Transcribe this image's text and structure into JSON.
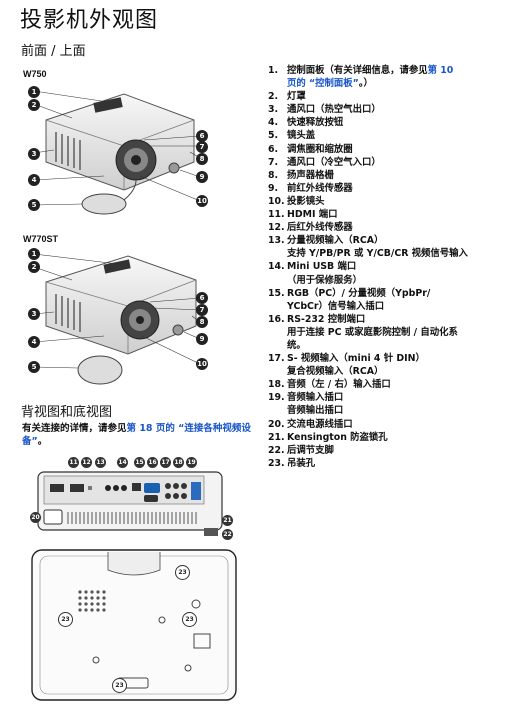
{
  "title": "投影机外观图",
  "front_section": "前面 / 上面",
  "models": [
    "W750",
    "W770ST"
  ],
  "rear_section": "背视图和底视图",
  "rear_note": {
    "before": "有关连接的详情，请参见",
    "link": "第 18 页的 “连接各种视频设备”",
    "after": "。"
  },
  "items": [
    {
      "num": "1.",
      "parts": [
        {
          "t": "控制面板（有关详细信息，请参见"
        },
        {
          "t": "第 10",
          "link": true
        }
      ],
      "sub": [
        [
          {
            "t": "页的 “控制面板”",
            "link": true
          },
          {
            "t": "。）"
          }
        ]
      ]
    },
    {
      "num": "2.",
      "parts": [
        {
          "t": "灯罩"
        }
      ]
    },
    {
      "num": "3.",
      "parts": [
        {
          "t": "通风口（热空气出口）"
        }
      ]
    },
    {
      "num": "4.",
      "parts": [
        {
          "t": "快速释放按钮"
        }
      ]
    },
    {
      "num": "5.",
      "parts": [
        {
          "t": "镜头盖"
        }
      ]
    },
    {
      "num": "6.",
      "parts": [
        {
          "t": "调焦圈和缩放圈"
        }
      ]
    },
    {
      "num": "7.",
      "parts": [
        {
          "t": "通风口（冷空气入口）"
        }
      ]
    },
    {
      "num": "8.",
      "parts": [
        {
          "t": "扬声器格栅"
        }
      ]
    },
    {
      "num": "9.",
      "parts": [
        {
          "t": "前红外线传感器"
        }
      ]
    },
    {
      "num": "10.",
      "parts": [
        {
          "t": "投影镜头"
        }
      ]
    },
    {
      "num": "11.",
      "parts": [
        {
          "t": "HDMI 端口"
        }
      ]
    },
    {
      "num": "12.",
      "parts": [
        {
          "t": "后红外线传感器"
        }
      ]
    },
    {
      "num": "13.",
      "parts": [
        {
          "t": "分量视频输入（RCA）"
        }
      ],
      "sub": [
        [
          {
            "t": "支持 Y/PB/PR 或 Y/CB/CR 视频信号输入"
          }
        ]
      ]
    },
    {
      "num": "14.",
      "parts": [
        {
          "t": "Mini USB 端口"
        }
      ],
      "sub": [
        [
          {
            "t": "（用于保修服务）"
          }
        ]
      ]
    },
    {
      "num": "15.",
      "parts": [
        {
          "t": "RGB（PC）/ 分量视频（YpbPr/"
        }
      ],
      "sub": [
        [
          {
            "t": "YCbCr）信号输入插口"
          }
        ]
      ]
    },
    {
      "num": "16.",
      "parts": [
        {
          "t": "RS-232 控制端口"
        }
      ],
      "sub": [
        [
          {
            "t": "用于连接 PC 或家庭影院控制 / 自动化系"
          }
        ],
        [
          {
            "t": "统。"
          }
        ]
      ]
    },
    {
      "num": "17.",
      "parts": [
        {
          "t": "S- 视频输入（mini 4 针 DIN）"
        }
      ],
      "sub": [
        [
          {
            "t": "复合视频输入（RCA）"
          }
        ]
      ]
    },
    {
      "num": "18.",
      "parts": [
        {
          "t": "音频（左 / 右）输入插口"
        }
      ]
    },
    {
      "num": "19.",
      "parts": [
        {
          "t": "音频输入插口"
        }
      ],
      "sub": [
        [
          {
            "t": "音频输出插口"
          }
        ]
      ]
    },
    {
      "num": "20.",
      "parts": [
        {
          "t": "交流电源线插口"
        }
      ]
    },
    {
      "num": "21.",
      "parts": [
        {
          "t": "Kensington 防盗锁孔"
        }
      ]
    },
    {
      "num": "22.",
      "parts": [
        {
          "t": "后调节支脚"
        }
      ]
    },
    {
      "num": "23.",
      "parts": [
        {
          "t": "吊装孔"
        }
      ]
    }
  ],
  "front_callouts_left": [
    "1",
    "2",
    "3",
    "4",
    "5"
  ],
  "front_callouts_right": [
    "6",
    "7",
    "8",
    "9",
    "10"
  ],
  "rear_callouts_top": [
    "11",
    "12",
    "13",
    "14",
    "15",
    "16",
    "17",
    "18",
    "19"
  ],
  "rear_callouts_side": [
    "20",
    "21",
    "22"
  ],
  "bottom_callouts": [
    "23",
    "23",
    "23",
    "23"
  ]
}
